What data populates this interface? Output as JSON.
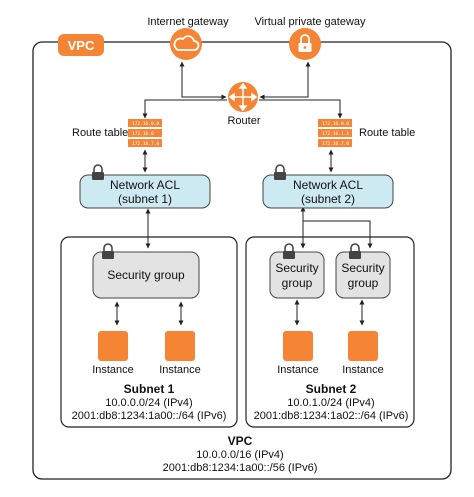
{
  "diagram": {
    "vpc_badge": "VPC",
    "internet_gateway": {
      "label": "Internet gateway",
      "icon": "cloud-icon"
    },
    "virtual_private_gateway": {
      "label": "Virtual private gateway",
      "icon": "lock-icon"
    },
    "router": {
      "label": "Router",
      "icon": "router-icon"
    },
    "route_table_left": {
      "label": "Route table",
      "rows": [
        "172.16.0.0",
        "172.16.0",
        "172.16.7.0"
      ]
    },
    "route_table_right": {
      "label": "Route table",
      "rows": [
        "172.16.0.0",
        "172.16.1.1",
        "172.16.7.0"
      ]
    },
    "nacl_1": {
      "line1": "Network ACL",
      "line2": "(subnet 1)"
    },
    "nacl_2": {
      "line1": "Network ACL",
      "line2": "(subnet 2)"
    },
    "subnet1": {
      "security_group": "Security group",
      "instances": [
        "Instance",
        "Instance"
      ],
      "title": "Subnet 1",
      "ipv4": "10.0.0.0/24 (IPv4)",
      "ipv6": "2001:db8:1234:1a00::/64 (IPv6)"
    },
    "subnet2": {
      "security_groups": [
        {
          "line1": "Security",
          "line2": "group"
        },
        {
          "line1": "Security",
          "line2": "group"
        }
      ],
      "instances": [
        "Instance",
        "Instance"
      ],
      "title": "Subnet 2",
      "ipv4": "10.0.1.0/24 (IPv4)",
      "ipv6": "2001:db8:1234:1a02::/64 (IPv6)"
    },
    "vpc": {
      "title": "VPC",
      "ipv4": "10.0.0.0/16 (IPv4)",
      "ipv6": "2001:db8:1234:1a00::/56 (IPv6)"
    },
    "colors": {
      "orange": "#f58535",
      "nacl_fill": "#cde9f1",
      "sg_fill": "#e3e3e3",
      "lock": "#444444"
    }
  }
}
